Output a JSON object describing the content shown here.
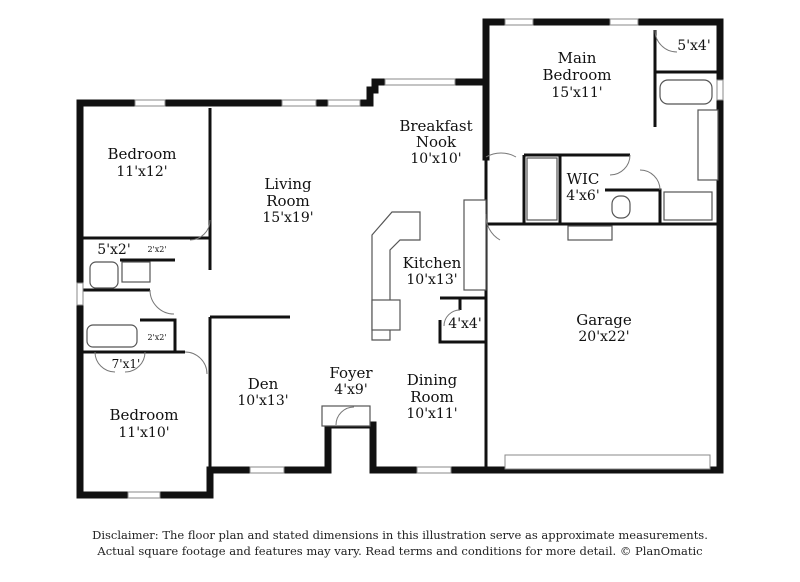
{
  "rooms": {
    "main_bedroom": {
      "name_line1": "Main",
      "name_line2": "Bedroom",
      "dims": "15'x11'"
    },
    "main_closet": {
      "dims": "5'x4'"
    },
    "breakfast_nook": {
      "name_line1": "Breakfast",
      "name_line2": "Nook",
      "dims": "10'x10'"
    },
    "wic": {
      "name": "WIC",
      "dims": "4'x6'"
    },
    "bedroom_1": {
      "name": "Bedroom",
      "dims": "11'x12'"
    },
    "living_room": {
      "name_line1": "Living",
      "name_line2": "Room",
      "dims": "15'x19'"
    },
    "kitchen": {
      "name": "Kitchen",
      "dims": "10'x13'"
    },
    "closet_5x2": {
      "dims": "5'x2'"
    },
    "linen_1": {
      "dims": "2'x2'"
    },
    "linen_2": {
      "dims": "2'x2'"
    },
    "pantry": {
      "dims": "4'x4'"
    },
    "garage": {
      "name": "Garage",
      "dims": "20'x22'"
    },
    "closet_7x1": {
      "dims": "7'x1'"
    },
    "foyer": {
      "name": "Foyer",
      "dims": "4'x9'"
    },
    "den": {
      "name": "Den",
      "dims": "10'x13'"
    },
    "dining_room": {
      "name_line1": "Dining",
      "name_line2": "Room",
      "dims": "10'x11'"
    },
    "bedroom_2": {
      "name": "Bedroom",
      "dims": "11'x10'"
    }
  },
  "disclaimer": {
    "line1": "Disclaimer: The floor plan and stated dimensions in this illustration serve as approximate measurements.",
    "line2": "Actual square footage and features may vary. Read terms and conditions for more detail. © PlanOmatic"
  }
}
